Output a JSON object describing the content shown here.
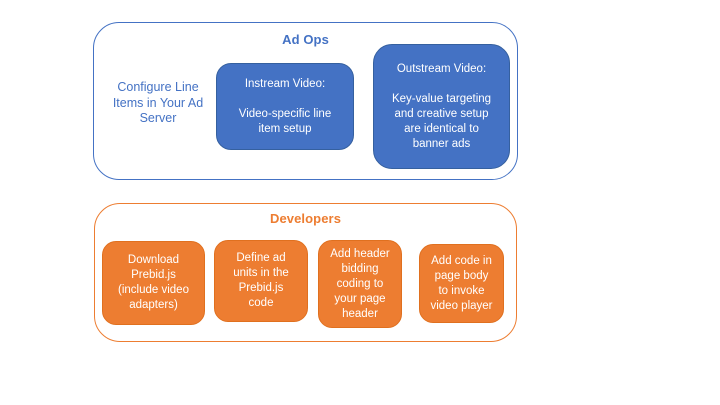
{
  "palette": {
    "blue_fill": "#4472C4",
    "blue_box_border": "#35609F",
    "blue_text": "#4472C4",
    "orange": "#ED7D31",
    "box_text_color": "#FFFFFF"
  },
  "ad_ops": {
    "title": "Ad Ops",
    "side_note": "Configure Line Items in Your Ad Server",
    "boxes": [
      {
        "heading": "Instream Video:",
        "body": "Video-specific line item setup"
      },
      {
        "heading": "Outstream Video:",
        "body": "Key-value targeting and creative setup are identical to banner ads"
      }
    ]
  },
  "developers": {
    "title": "Developers",
    "steps": [
      "Download Prebid.js (include video adapters)",
      "Define ad units in the Prebid.js code",
      "Add header bidding coding to your page header",
      "Add code in page body to invoke video player"
    ]
  }
}
